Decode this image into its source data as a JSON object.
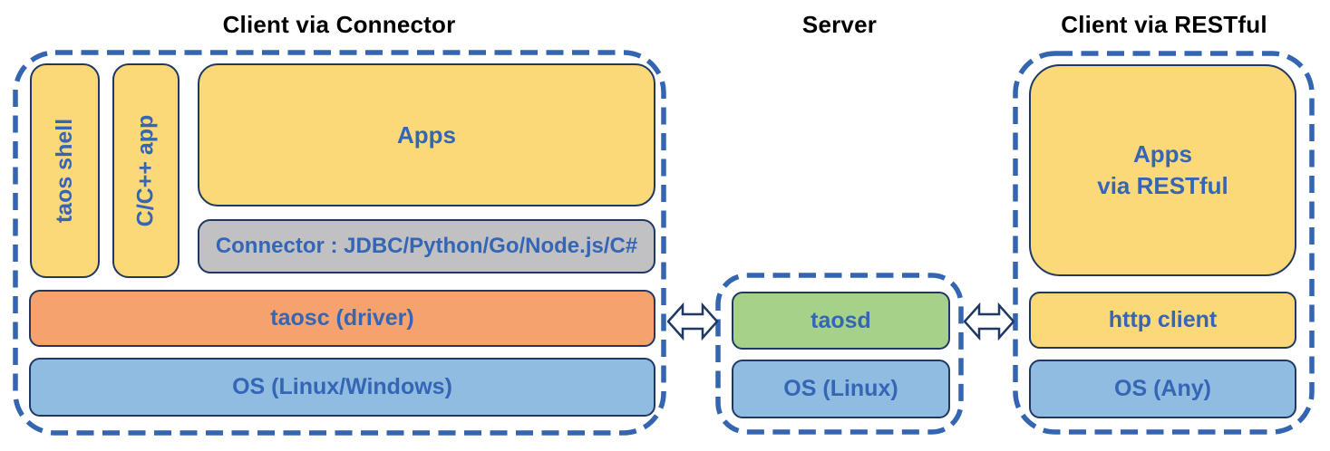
{
  "diagram": {
    "left_section": {
      "title": "Client via Connector",
      "taos_shell_label": "taos shell",
      "cpp_app_label": "C/C++ app",
      "apps_label": "Apps",
      "connector_label": "Connector : JDBC/Python/Go/Node.js/C#",
      "taosc_label": "taosc (driver)",
      "os_label": "OS (Linux/Windows)"
    },
    "server_section": {
      "title": "Server",
      "taosd_label": "taosd",
      "os_label": "OS (Linux)"
    },
    "rest_section": {
      "title": "Client via RESTful",
      "apps_label_line1": "Apps",
      "apps_label_line2": "via RESTful",
      "http_client_label": "http client",
      "os_label": "OS (Any)"
    },
    "icons": {
      "left_link": "bidirectional-arrow",
      "right_link": "bidirectional-arrow"
    },
    "colors": {
      "yellow_box": "#FBD878",
      "orange_box": "#F5A26E",
      "gray_box": "#C1C1C3",
      "blue_box": "#90BCE2",
      "green_box": "#A5D189",
      "box_border": "#1F3864",
      "dashed_border": "#3465B0",
      "label_text": "#3566B5",
      "title_text": "#000000"
    }
  }
}
